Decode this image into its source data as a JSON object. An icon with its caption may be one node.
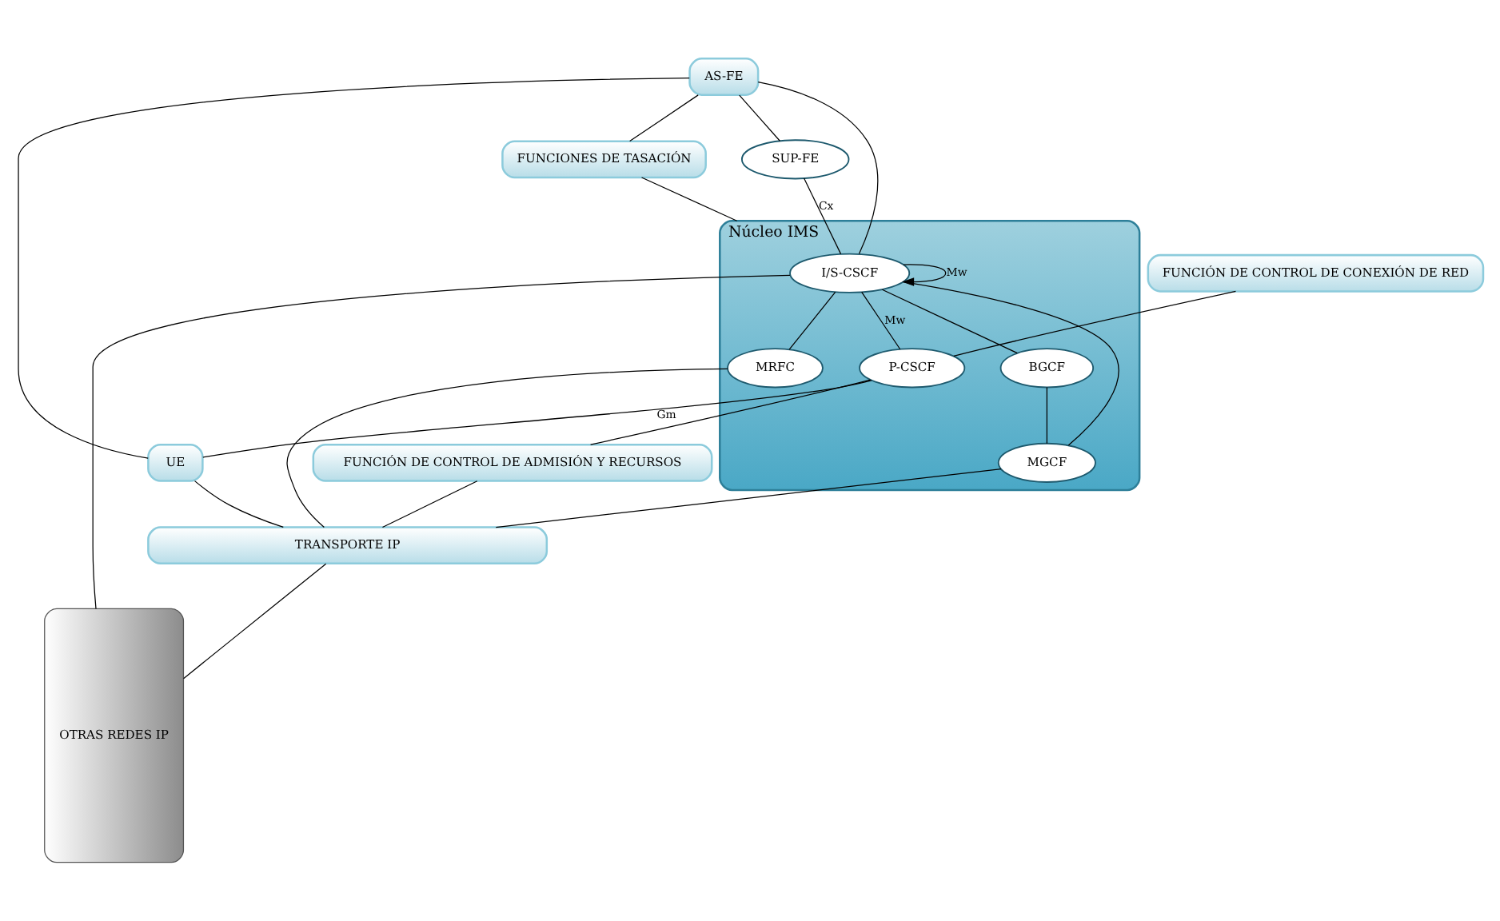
{
  "diagram": {
    "nodes": [
      {
        "text": [
          "AS-FE"
        ]
      },
      {
        "text": [
          "FUNCIONES DE TASACIÓN"
        ]
      },
      {
        "text": [
          "SUP-FE"
        ]
      },
      {
        "text": [
          "FUNCIÓN DE CONTROL DE CONEXIÓN DE RED"
        ]
      },
      {
        "text": [
          "Núcleo IMS"
        ]
      },
      {
        "text": [
          "I/S-CSCF"
        ],
        "in": 4
      },
      {
        "text": [
          "BGCF"
        ],
        "in": 4
      },
      {
        "text": [
          "P-CSCF"
        ],
        "in": 4
      },
      {
        "text": [
          "MRFC"
        ],
        "in": 4
      },
      {
        "text": [
          "MGCF"
        ],
        "in": 4
      },
      {
        "text": [
          "OTRAS REDES IP"
        ]
      },
      {
        "text": [
          "FUNCIÓN DE CONTROL DE ADMISIÓN Y RECURSOS"
        ]
      },
      {
        "text": [
          "UE"
        ]
      },
      {
        "text": [
          "TRANSPORTE IP"
        ]
      }
    ],
    "edges": [
      {
        "from": 0,
        "to": 1,
        "arrow": "none"
      },
      {
        "from": 0,
        "to": 2,
        "arrow": "none"
      },
      {
        "from": 0,
        "to": 12,
        "arrow": "none"
      },
      {
        "from": 0,
        "to": 5,
        "arrow": "none"
      },
      {
        "from": 2,
        "to": 5,
        "arrow": "none",
        "label": "Cx"
      },
      {
        "from": 1,
        "to": 4,
        "arrow": "none"
      },
      {
        "from": 5,
        "to": 5,
        "arrow": "to",
        "label": "Mw"
      },
      {
        "from": 5,
        "to": 10,
        "arrow": "none"
      },
      {
        "from": 5,
        "to": 6,
        "arrow": "none"
      },
      {
        "from": 5,
        "to": 9,
        "arrow": "none"
      },
      {
        "from": 5,
        "to": 8,
        "arrow": "none"
      },
      {
        "from": 5,
        "to": 7,
        "arrow": "none",
        "label": "Mw"
      },
      {
        "from": 6,
        "to": 9,
        "arrow": "none"
      },
      {
        "from": 3,
        "to": 7,
        "arrow": "none"
      },
      {
        "from": 7,
        "to": 12,
        "arrow": "none",
        "label": "Gm"
      },
      {
        "from": 7,
        "to": 11,
        "arrow": "none"
      },
      {
        "from": 11,
        "to": 13,
        "arrow": "none"
      },
      {
        "from": 8,
        "to": 13,
        "arrow": "none"
      },
      {
        "from": 9,
        "to": 13,
        "arrow": "none"
      },
      {
        "from": 12,
        "to": 13,
        "arrow": "none"
      },
      {
        "from": 13,
        "to": 10,
        "arrow": "none"
      }
    ]
  }
}
